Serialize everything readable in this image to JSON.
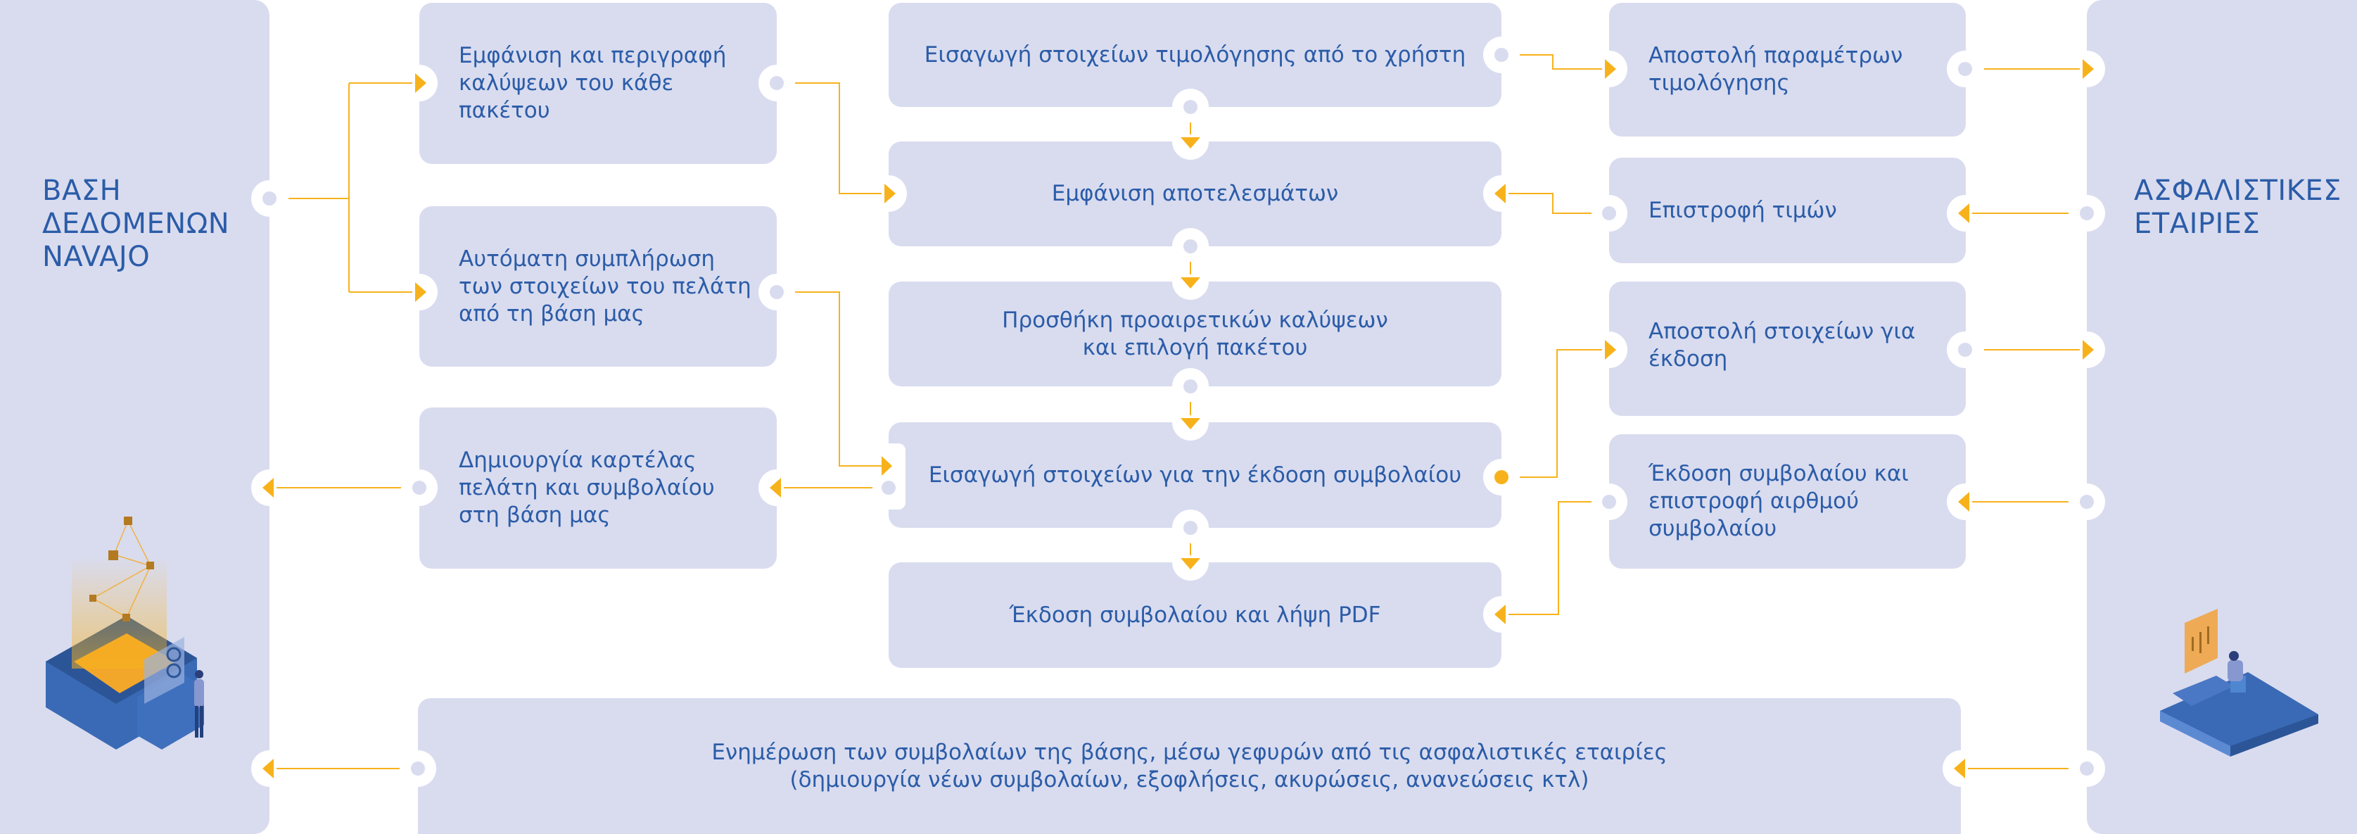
{
  "colors": {
    "box_fill": "#d9dcef",
    "text": "#2b5ca8",
    "connector": "#f7b21b",
    "background": "#ffffff"
  },
  "left_panel": {
    "title_lines": [
      "ΒΑΣΗ",
      "ΔΕΔΟΜΕΝΩΝ",
      "NAVAJO"
    ],
    "illustration": "database-server-illustration"
  },
  "right_panel": {
    "title_lines": [
      "ΑΣΦΑΛΙΣΤΙΚΕΣ",
      "ΕΤΑΙΡΙΕΣ"
    ],
    "illustration": "insurer-workstation-illustration"
  },
  "left_column": [
    {
      "id": "coverage-description",
      "text": "Εμφάνιση και περιγραφή καλύψεων του κάθε πακέτου"
    },
    {
      "id": "autofill-customer",
      "text": "Αυτόματη συμπλήρωση των στοιχείων του πελάτη από τη βάση μας"
    },
    {
      "id": "create-customer-card",
      "text": "Δημιουργία καρτέλας πελάτη και συμβολαίου στη βάση μας"
    }
  ],
  "center_column": [
    {
      "id": "enter-pricing-data",
      "text": "Εισαγωγή στοιχείων τιμολόγησης από το χρήστη"
    },
    {
      "id": "show-results",
      "text": "Εμφάνιση αποτελεσμάτων"
    },
    {
      "id": "add-optional-coverages",
      "text": "Προσθήκη προαιρετικών καλύψεων και επιλογή πακέτου"
    },
    {
      "id": "enter-issuance-data",
      "text": "Εισαγωγή στοιχείων για την έκδοση συμβολαίου"
    },
    {
      "id": "issue-and-download-pdf",
      "text": "Έκδοση συμβολαίου και λήψη PDF"
    }
  ],
  "right_column": [
    {
      "id": "send-pricing-params",
      "text": "Αποστολή παραμέτρων τιμολόγησης"
    },
    {
      "id": "return-prices",
      "text": "Επιστροφή τιμών"
    },
    {
      "id": "send-issuance-data",
      "text": "Αποστολή στοιχείων για έκδοση"
    },
    {
      "id": "issue-return-number",
      "text": "Έκδοση συμβολαίου και επιστροφή αιρθμού συμβολαίου"
    }
  ],
  "bottom_box": {
    "line1": "Ενημέρωση των συμβολαίων της βάσης, μέσω γεφυρών από τις ασφαλιστικές εταιρίες",
    "line2": "(δημιουργία νέων συμβολαίων, εξοφλήσεις, ακυρώσεις, ανανεώσεις κτλ)"
  }
}
